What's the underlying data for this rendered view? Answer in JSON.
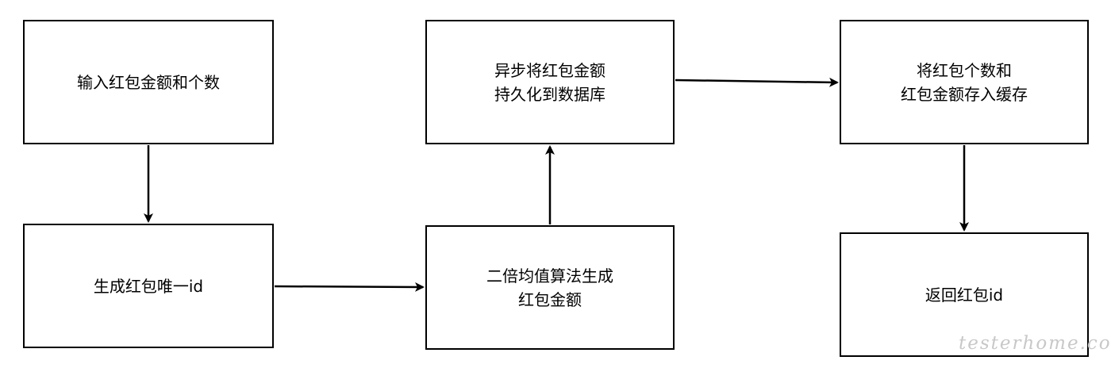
{
  "diagram": {
    "nodes": {
      "input": {
        "lines": [
          "输入红包金额和个数"
        ]
      },
      "uid": {
        "lines": [
          "生成红包唯一id"
        ]
      },
      "algo": {
        "lines": [
          "二倍均值算法生成",
          "红包金额"
        ]
      },
      "async_persist": {
        "lines": [
          "异步将红包金额",
          "持久化到数据库"
        ]
      },
      "cache": {
        "lines": [
          "将红包个数和",
          "红包金额存入缓存"
        ]
      },
      "return": {
        "lines": [
          "返回红包id"
        ]
      }
    },
    "edges": [
      {
        "from": "input",
        "to": "uid"
      },
      {
        "from": "uid",
        "to": "algo"
      },
      {
        "from": "algo",
        "to": "async_persist"
      },
      {
        "from": "async_persist",
        "to": "cache"
      },
      {
        "from": "cache",
        "to": "return"
      }
    ]
  },
  "watermark": {
    "text": "testerhome.com"
  }
}
